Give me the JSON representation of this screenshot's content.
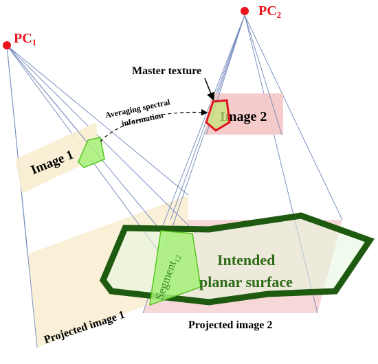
{
  "labels": {
    "pc1_main": "PC",
    "pc1_sub": "1",
    "pc2_main": "PC",
    "pc2_sub": "2",
    "master_texture": "Master texture",
    "averaging_line1": "Averaging spectral",
    "averaging_line2": "information",
    "image1": "Image 1",
    "image2": "Image 2",
    "intended_line1": "Intended",
    "intended_line2": "planar surface",
    "segment_main": "Segment",
    "segment_sub": "12",
    "projected_image1": "Projected image 1",
    "projected_image2": "Projected image 2"
  },
  "colors": {
    "camera_center": "#e8141e",
    "image1_fill": "#f8edd0",
    "image2_fill": "#f4c8c8",
    "segment_fill": "#a6f07a",
    "segment_stroke": "#56c61e",
    "surface_stroke": "#1e5a10",
    "surface_text": "#2e6b16",
    "master_stroke": "#e0141e",
    "ray_line": "#7a8fc0"
  }
}
